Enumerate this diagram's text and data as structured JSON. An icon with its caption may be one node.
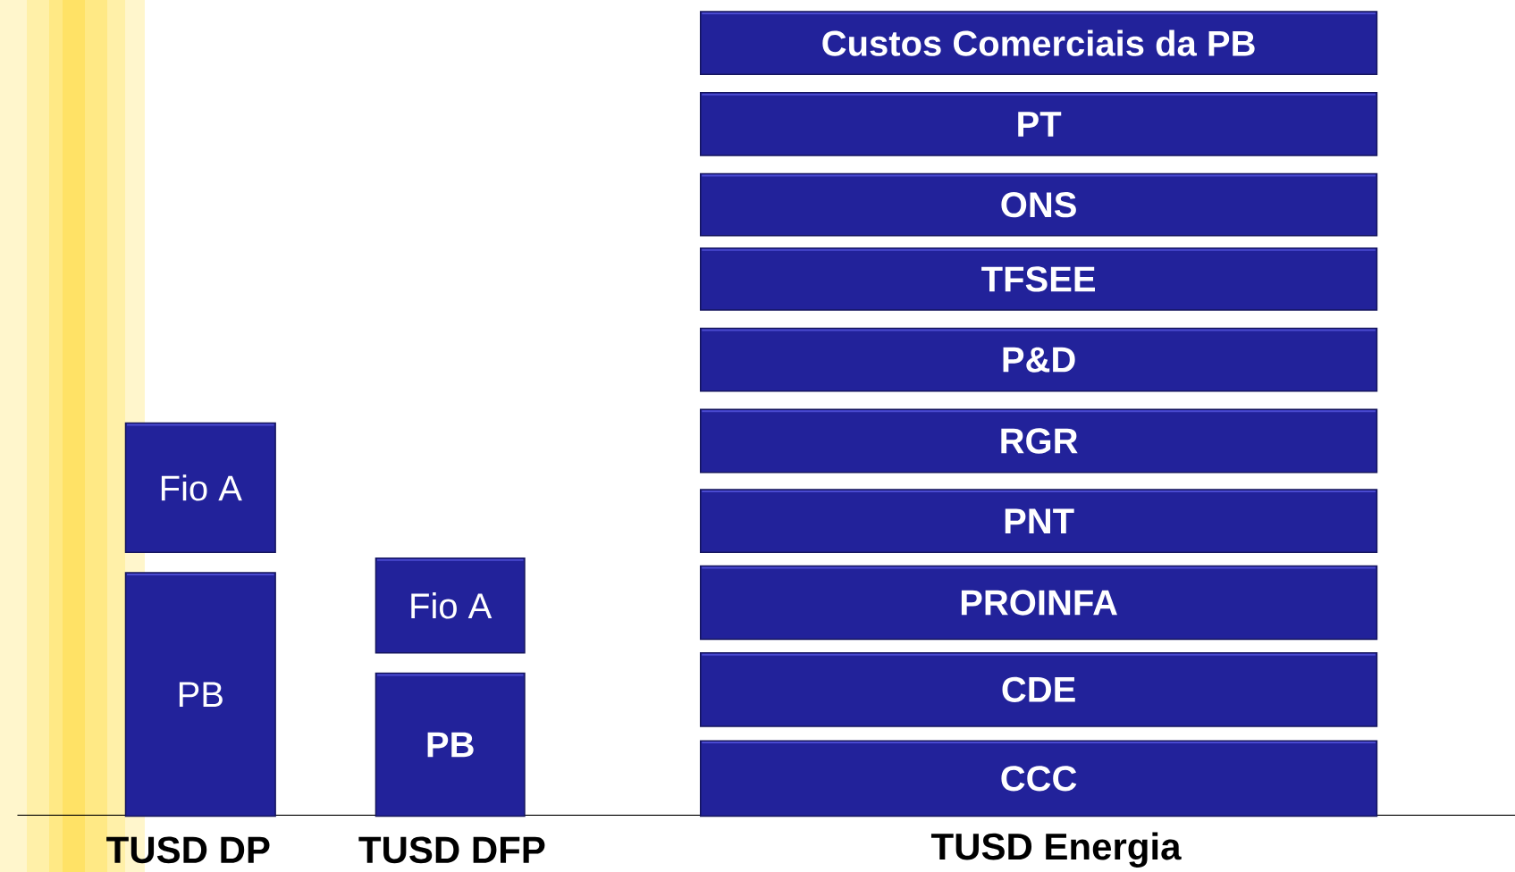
{
  "diagram": {
    "nodes": [
      {
        "text": [
          "Fio A"
        ]
      },
      {
        "text": [
          "PB"
        ]
      },
      {
        "text": [
          "Fio A"
        ]
      },
      {
        "text": [
          "PB"
        ]
      },
      {
        "text": [
          "Custos Comerciais da PB"
        ]
      },
      {
        "text": [
          "PT"
        ]
      },
      {
        "text": [
          "ONS"
        ]
      },
      {
        "text": [
          "TFSEE"
        ]
      },
      {
        "text": [
          "P&D"
        ]
      },
      {
        "text": [
          "RGR"
        ]
      },
      {
        "text": [
          "PNT"
        ]
      },
      {
        "text": [
          "PROINFA"
        ]
      },
      {
        "text": [
          "CDE"
        ]
      },
      {
        "text": [
          "CCC"
        ]
      }
    ],
    "labels": [
      "TUSD DP",
      "TUSD DFP",
      "TUSD Energia"
    ]
  }
}
